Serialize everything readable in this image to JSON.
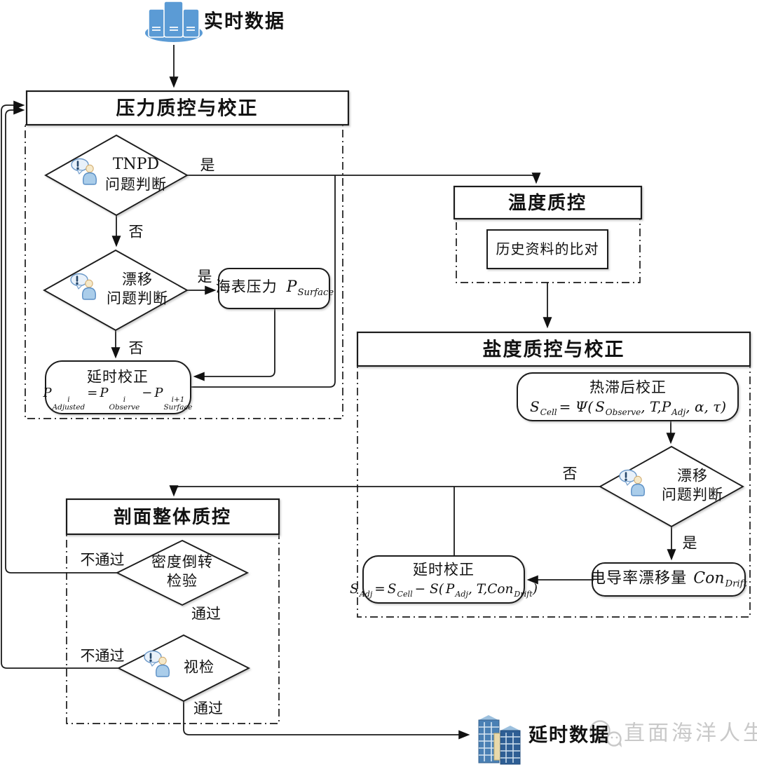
{
  "colors": {
    "line": "#1a1a1a",
    "icon_blue": "#5b9bd5",
    "building_blue": "#35618e",
    "watermark_gray": "#c9c9c9"
  },
  "icons": {
    "source": "server-cluster-icon",
    "output": "buildings-icon",
    "decision": "person-alert-icon",
    "watermark": "wechat-icon"
  },
  "source": {
    "label": "实时数据"
  },
  "output": {
    "label": "延时数据"
  },
  "watermark": {
    "label": "直面海洋人生"
  },
  "sections": {
    "pressure": {
      "title": "压力质控与校正"
    },
    "temperature": {
      "title": "温度质控"
    },
    "salinity": {
      "title": "盐度质控与校正"
    },
    "profile": {
      "title": "剖面整体质控"
    }
  },
  "nodes": {
    "tnpd": {
      "l1": "TNPD",
      "l2": "问题判断"
    },
    "drift_p": {
      "l1": "漂移",
      "l2": "问题判断"
    },
    "history": {
      "label": "历史资料的比对"
    },
    "surface_p": {
      "label": "海表压力",
      "f": [
        "P",
        "Surface"
      ]
    },
    "delay_p": {
      "title": "延时校正",
      "f": [
        "P",
        "i",
        "Adjusted",
        "=",
        "P",
        "i",
        "Observe",
        "−",
        "P",
        "i+1",
        "Surface"
      ]
    },
    "thermal": {
      "title": "热滞后校正",
      "f": [
        "S",
        "Cell",
        "= Ψ(",
        "S",
        "Observe",
        ", T,",
        "P",
        "Adj",
        ", α, τ)"
      ]
    },
    "drift_s": {
      "l1": "漂移",
      "l2": "问题判断"
    },
    "con_drift": {
      "label": "电导率漂移量",
      "f": [
        "Con",
        "Drift"
      ]
    },
    "delay_s": {
      "title": "延时校正",
      "f": [
        "S",
        "Adj",
        "=",
        "S",
        "Cell",
        "− S(",
        "P",
        "Adj",
        ", T,",
        "Con",
        "Drift",
        ")"
      ]
    },
    "density": {
      "l1": "密度倒转",
      "l2": "检验"
    },
    "visual": {
      "label": "视检"
    }
  },
  "edges": {
    "tnpd_yes": "是",
    "tnpd_no": "否",
    "drift_p_yes": "是",
    "drift_p_no": "否",
    "drift_s_no": "否",
    "drift_s_yes": "是",
    "density_fail": "不通过",
    "density_pass": "通过",
    "visual_fail": "不通过",
    "visual_pass": "通过"
  }
}
